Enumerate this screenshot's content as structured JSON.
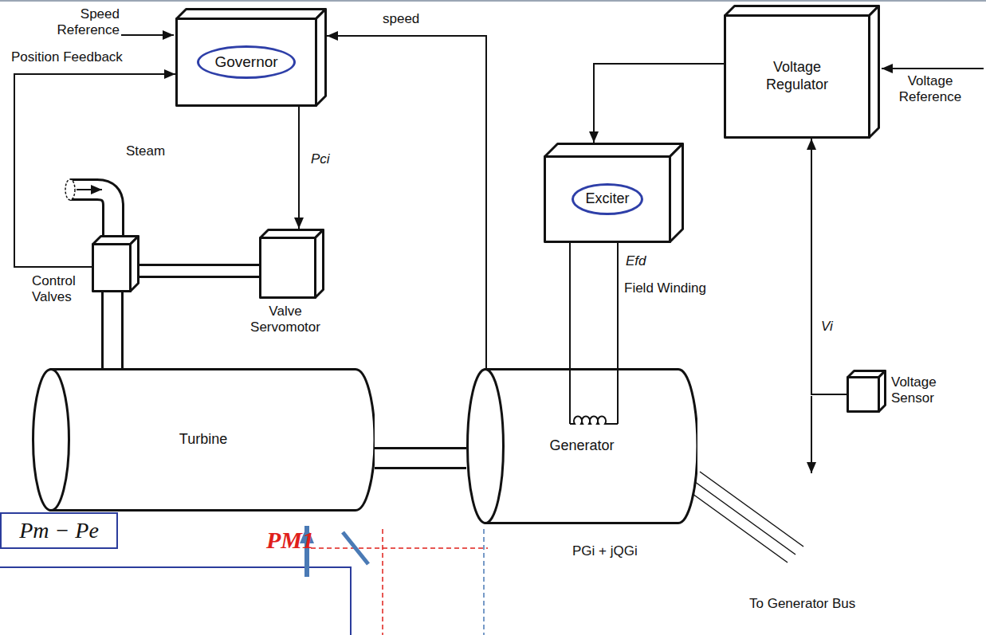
{
  "diagram": {
    "nodes": [
      {
        "text": [
          "Governor"
        ]
      },
      {
        "text": [
          "Valve Servomotor"
        ]
      },
      {
        "text": [
          "Control Valves"
        ]
      },
      {
        "text": [
          "Turbine"
        ]
      },
      {
        "text": [
          "Generator"
        ]
      },
      {
        "text": [
          "Exciter"
        ]
      },
      {
        "text": [
          "Voltage Regulator"
        ]
      },
      {
        "text": [
          "Voltage Sensor"
        ]
      },
      {
        "text": [
          "Pm − Pe"
        ]
      }
    ],
    "edges": [
      {
        "from": 0,
        "to": 1,
        "arrow": "to",
        "label": "Pci"
      },
      {
        "from": 1,
        "to": 2,
        "arrow": "none"
      },
      {
        "from": 2,
        "to": 0,
        "arrow": "to",
        "label": "Position Feedback"
      },
      {
        "from": 2,
        "to": 3,
        "arrow": "none"
      },
      {
        "from": 3,
        "to": 4,
        "arrow": "none"
      },
      {
        "from": 4,
        "to": 0,
        "arrow": "to",
        "label": "speed"
      },
      {
        "from": 5,
        "to": 4,
        "arrow": "none",
        "label": "Efd"
      },
      {
        "from": 6,
        "to": 5,
        "arrow": "to"
      },
      {
        "from": 7,
        "to": 6,
        "arrow": "to",
        "label": "Vi"
      }
    ],
    "labels": [
      "Speed Reference",
      "Steam",
      "Field Winding",
      "Voltage Reference",
      "PGi + jQGi",
      "To Generator Bus",
      "PM1"
    ]
  }
}
